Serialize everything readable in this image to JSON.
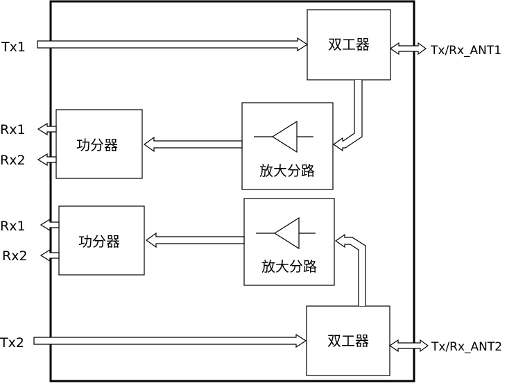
{
  "labels": {
    "tx1": "Tx1",
    "tx2": "Tx2",
    "ant1": "Tx/Rx_ANT1",
    "ant2": "Tx/Rx_ANT2",
    "rx1_top": "Rx1",
    "rx2_top": "Rx2",
    "rx1_bottom": "Rx1",
    "rx2_bottom": "Rx2"
  },
  "blocks": {
    "duplexer_top": "双工器",
    "duplexer_bottom": "双工器",
    "splitter_top": "功分器",
    "splitter_bottom": "功分器",
    "amp_top": "放大分路",
    "amp_bottom": "放大分路"
  },
  "colors": {
    "line": "#000000",
    "background": "#ffffff"
  }
}
